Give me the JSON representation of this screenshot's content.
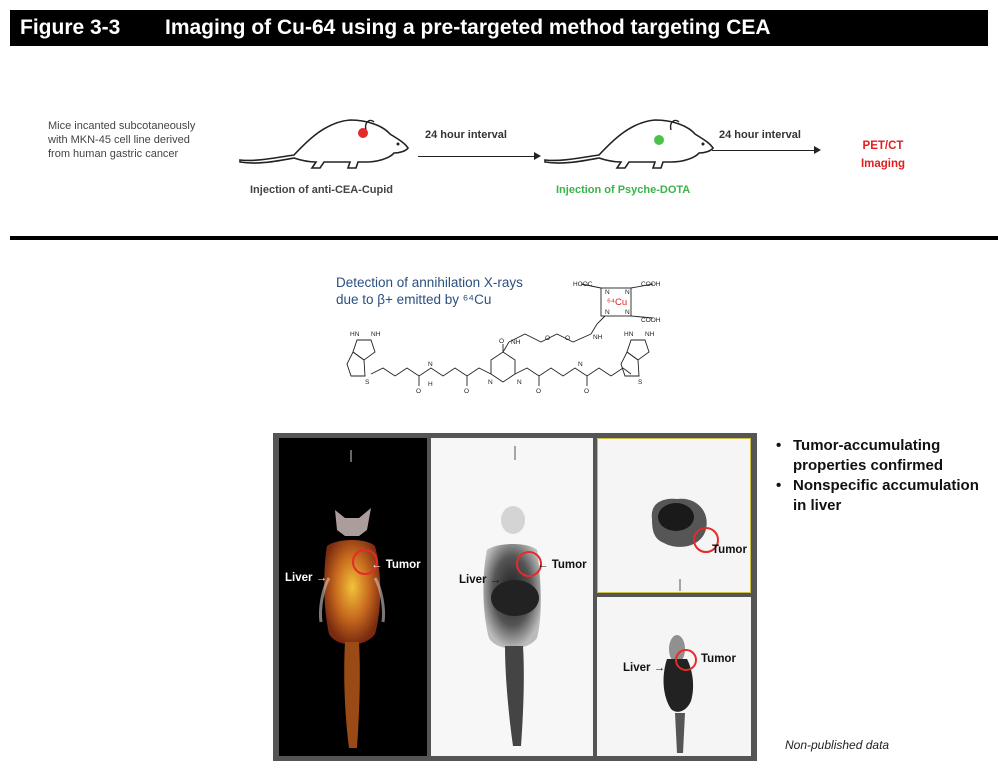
{
  "header": {
    "figure_number": "Figure 3-3",
    "title": "Imaging of Cu-64 using a pre-targeted method targeting CEA"
  },
  "protocol": {
    "mice_description": "Mice incanted subcotaneously\nwith MKN-45 cell line derived\nfrom human gastric cancer",
    "step1_label": "Injection of anti-CEA-Cupid",
    "interval1": "24 hour interval",
    "step2_label": "Injection of Psyche-DOTA",
    "interval2": "24 hour interval",
    "result_label": "PET/CT\nImaging",
    "colors": {
      "dot1": "#e52a2a",
      "dot2": "#4cc24a",
      "result": "#e02020"
    }
  },
  "chemistry": {
    "detection_line1": "Detection of annihilation X-rays",
    "detection_line2": "due to β+ emitted by ⁶⁴Cu",
    "metal_label": "⁶⁴Cu",
    "cooh_left": "HOOC",
    "cooh_right_top": "COOH",
    "cooh_right_bottom": "COOH",
    "atom_labels": {
      "n": "N",
      "nh": "NH",
      "hn": "HN",
      "s": "S",
      "o": "O",
      "h": "H"
    }
  },
  "imaging": {
    "liver": "Liver →",
    "tumor_left": "← Tumor",
    "tumor": "Tumor"
  },
  "bullets": [
    "Tumor-accumulating properties confirmed",
    "Nonspecific accumulation in liver"
  ],
  "bullet_symbol": "•",
  "footnote": "Non-published data"
}
